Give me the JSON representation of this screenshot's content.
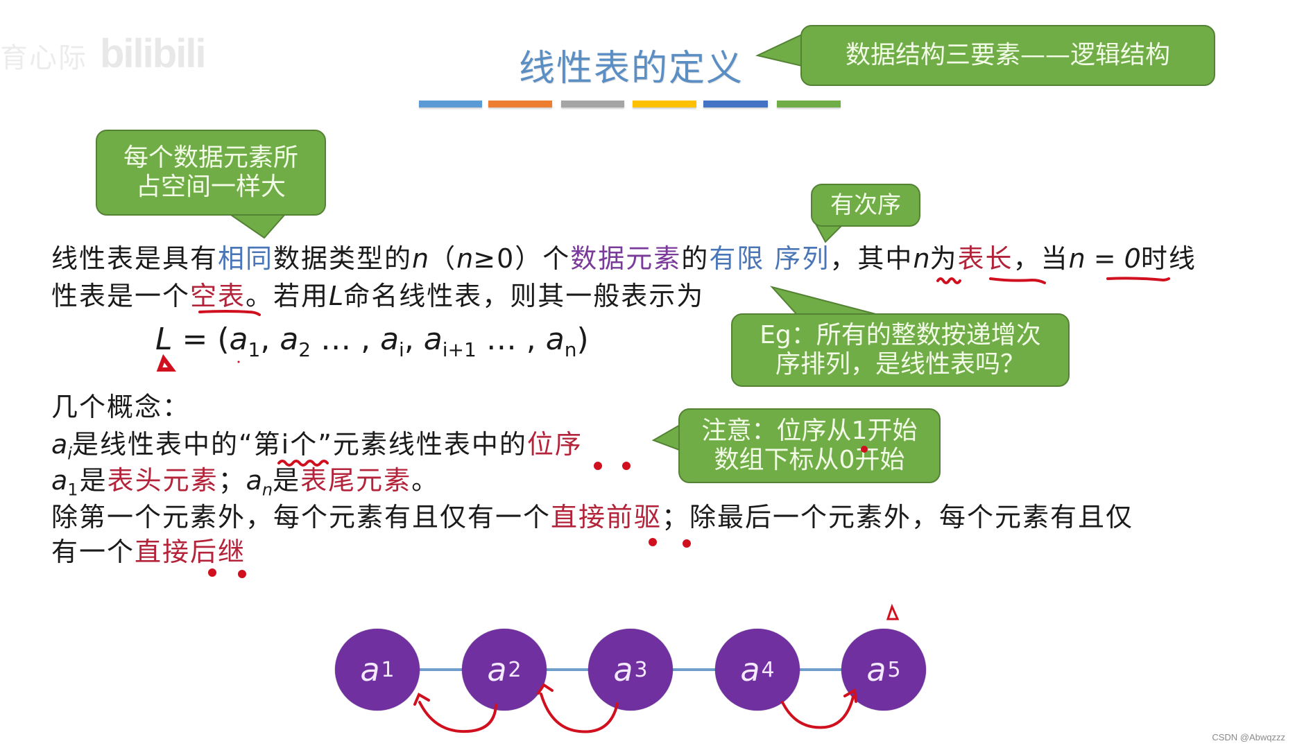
{
  "watermark": {
    "left_text": "育心际",
    "logo": "bilibili",
    "bottom_right": "CSDN @Abwqzzz"
  },
  "title": "线性表的定义",
  "title_color": "#5b8fc3",
  "color_bars": [
    "#5b9bd5",
    "#ed7d31",
    "#a5a5a5",
    "#ffc000",
    "#4472c4",
    "#70ad47"
  ],
  "callouts": {
    "logic_structure": "数据结构三要素——逻辑结构",
    "same_size_line1": "每个数据元素所",
    "same_size_line2": "占空间一样大",
    "ordered": "有次序",
    "example_line1": "Eg：所有的整数按递增次",
    "example_line2": "序排列，是线性表吗？",
    "note_line1": "注意：位序从1开始",
    "note_line2": "数组下标从0开始"
  },
  "definition": {
    "l1_a": "线性表是具有",
    "l1_same": "相同",
    "l1_b": "数据类型的",
    "l1_n": "n",
    "l1_c": "（",
    "l1_n2": "n",
    "l1_d": "≥0）个",
    "l1_elements": "数据元素",
    "l1_e": "的",
    "l1_finite": "有限",
    "l1_seq": " 序列",
    "l1_f": "，其中",
    "l1_n3": "n",
    "l1_g": "为",
    "l1_length": "表长",
    "l1_h": "，当",
    "l1_n0": "n = 0",
    "l1_i": "时线",
    "l2_a": "性表是一个",
    "l2_empty": "空表",
    "l2_b": "。若用",
    "l2_L": "L",
    "l2_c": "命名线性表，则其一般表示为"
  },
  "formula": {
    "lhs": "L",
    "eq": " = (",
    "a": "a",
    "s1": "1",
    "s2": "2",
    "si": "i",
    "si1": "i+1",
    "sn": "n",
    "comma": ", ",
    "dots": " … , ",
    "close": ")"
  },
  "concepts": {
    "heading": "几个概念：",
    "c1_a": "a",
    "c1_sub": "i",
    "c1_b": "是线性表中的“第i个”元素线性表中的",
    "c1_pos": "位序",
    "c2_a": "a",
    "c2_sub": "1",
    "c2_b": "是",
    "c2_head": "表头元素",
    "c2_c": "；",
    "c2_an": "a",
    "c2_subn": "n",
    "c2_d": "是",
    "c2_tail": "表尾元素",
    "c2_e": "。",
    "c3_a": "除第一个元素外，每个元素有且仅有一个",
    "c3_pred": "直接前驱",
    "c3_b": "；除最后一个元素外，每个元素有且仅",
    "c4_a": "有一个",
    "c4_succ": "直接后继"
  },
  "nodes": [
    {
      "label": "a",
      "sub": "1"
    },
    {
      "label": "a",
      "sub": "2"
    },
    {
      "label": "a",
      "sub": "3"
    },
    {
      "label": "a",
      "sub": "4"
    },
    {
      "label": "a",
      "sub": "5"
    }
  ],
  "node_color": "#7030a0",
  "annotation_color": "#d0101e"
}
